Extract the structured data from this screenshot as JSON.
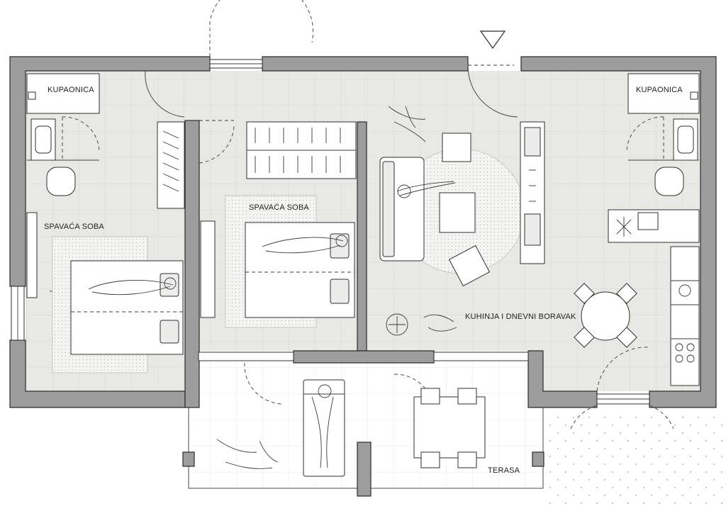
{
  "rooms": {
    "bathroom_left": "KUPAONICA",
    "bathroom_right": "KUPAONICA",
    "bedroom_left": "SPAVAĆA SOBA",
    "bedroom_middle": "SPAVAĆA SOBA",
    "kitchen_living": "KUHINJA I DNEVNI BORAVAK",
    "terrace": "TERASA"
  },
  "colors": {
    "wall_fill": "#9d9d9d",
    "floor_fill": "#e9e9e6",
    "terrace_fill": "#ffffff"
  }
}
